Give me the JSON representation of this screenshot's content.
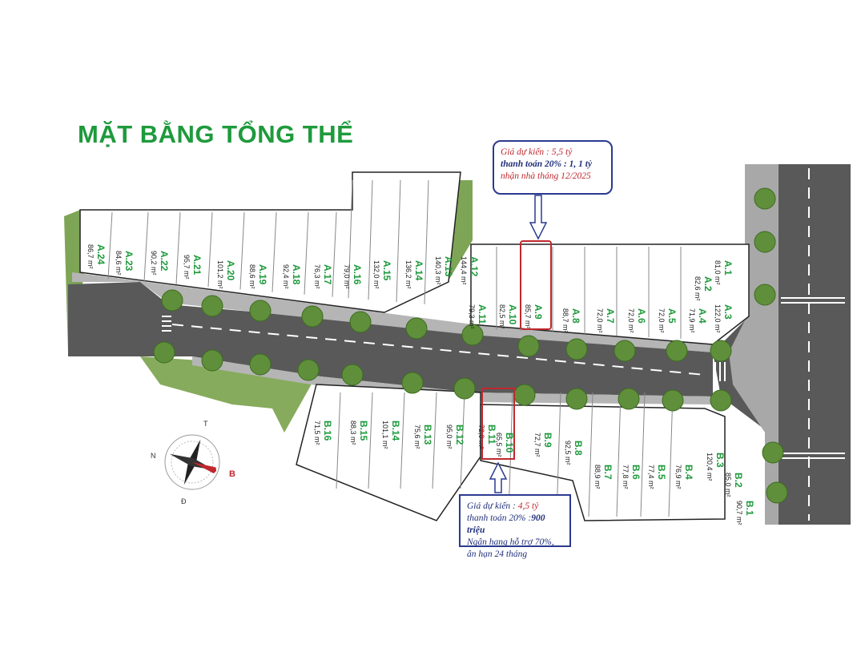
{
  "title": "MẶT BẰNG TỔNG THỂ",
  "colors": {
    "title": "#1e9a3c",
    "highlight": "#c0282d",
    "callout_border": "#2b3a8f",
    "road": "#5a5a5a",
    "green": "#6f9a4a"
  },
  "compass": {
    "n": "T",
    "s": "Đ",
    "w": "N",
    "e": "B"
  },
  "callout_a": {
    "price_label": "Giá dự kiến : ",
    "price_value": "5,5 tỷ",
    "pay_label": "thanh toán 20% : ",
    "pay_value": "1, 1 tỷ",
    "handover": "nhận nhà tháng 12/2025"
  },
  "callout_b": {
    "price_label": "Giá dự kiến : ",
    "price_value": "4,5 tỷ",
    "pay_label": "thanh toán 20% :",
    "pay_value": "900 triệu",
    "bank": "Ngân hang hỗ trợ 70%, ân hạn 24 tháng"
  },
  "lots_a": [
    {
      "code": "A.24",
      "area": "86,7 m²"
    },
    {
      "code": "A.23",
      "area": "84,6 m²"
    },
    {
      "code": "A.22",
      "area": "90,2 m²"
    },
    {
      "code": "A.21",
      "area": "95,7 m²"
    },
    {
      "code": "A.20",
      "area": "101,2 m²"
    },
    {
      "code": "A.19",
      "area": "88,6 m²"
    },
    {
      "code": "A.18",
      "area": "92,4 m²"
    },
    {
      "code": "A.17",
      "area": "76,3 m²"
    },
    {
      "code": "A.16",
      "area": "79,0 m²"
    },
    {
      "code": "A.15",
      "area": "132,0 m²"
    },
    {
      "code": "A.14",
      "area": "136,2 m²"
    },
    {
      "code": "A.13",
      "area": "140,3 m²"
    },
    {
      "code": "A.12",
      "area": "144,4 m²"
    },
    {
      "code": "A.11",
      "area": "79,3 m²"
    },
    {
      "code": "A.10",
      "area": "82,5 m²"
    },
    {
      "code": "A.9",
      "area": "85,7 m²"
    },
    {
      "code": "A.8",
      "area": "88,7 m²"
    },
    {
      "code": "A.7",
      "area": "72,0 m²"
    },
    {
      "code": "A.6",
      "area": "72,0 m²"
    },
    {
      "code": "A.5",
      "area": "72,0 m²"
    },
    {
      "code": "A.4",
      "area": "71,9 m²"
    },
    {
      "code": "A.3",
      "area": "122,0 m²"
    },
    {
      "code": "A.2",
      "area": "82,6 m²"
    },
    {
      "code": "A.1",
      "area": "81,0 m²"
    }
  ],
  "lots_b": [
    {
      "code": "B.16",
      "area": "71,5 m²"
    },
    {
      "code": "B.15",
      "area": "88,3 m²"
    },
    {
      "code": "B.14",
      "area": "101,1 m²"
    },
    {
      "code": "B.13",
      "area": "75,6 m²"
    },
    {
      "code": "B.12",
      "area": "95,0 m²"
    },
    {
      "code": "B.11",
      "area": "72,0 m²"
    },
    {
      "code": "B.10",
      "area": "65,5 m²"
    },
    {
      "code": "B.9",
      "area": "72,7 m²"
    },
    {
      "code": "B.8",
      "area": "92,5 m²"
    },
    {
      "code": "B.7",
      "area": "88,9 m²"
    },
    {
      "code": "B.6",
      "area": "77,8 m²"
    },
    {
      "code": "B.5",
      "area": "77,4 m²"
    },
    {
      "code": "B.4",
      "area": "76,9 m²"
    },
    {
      "code": "B.3",
      "area": "120,4 m²"
    },
    {
      "code": "B.2",
      "area": "85,0 m²"
    },
    {
      "code": "B.1",
      "area": "90,7 m²"
    }
  ],
  "highlighted": [
    "A.9",
    "B.10"
  ]
}
